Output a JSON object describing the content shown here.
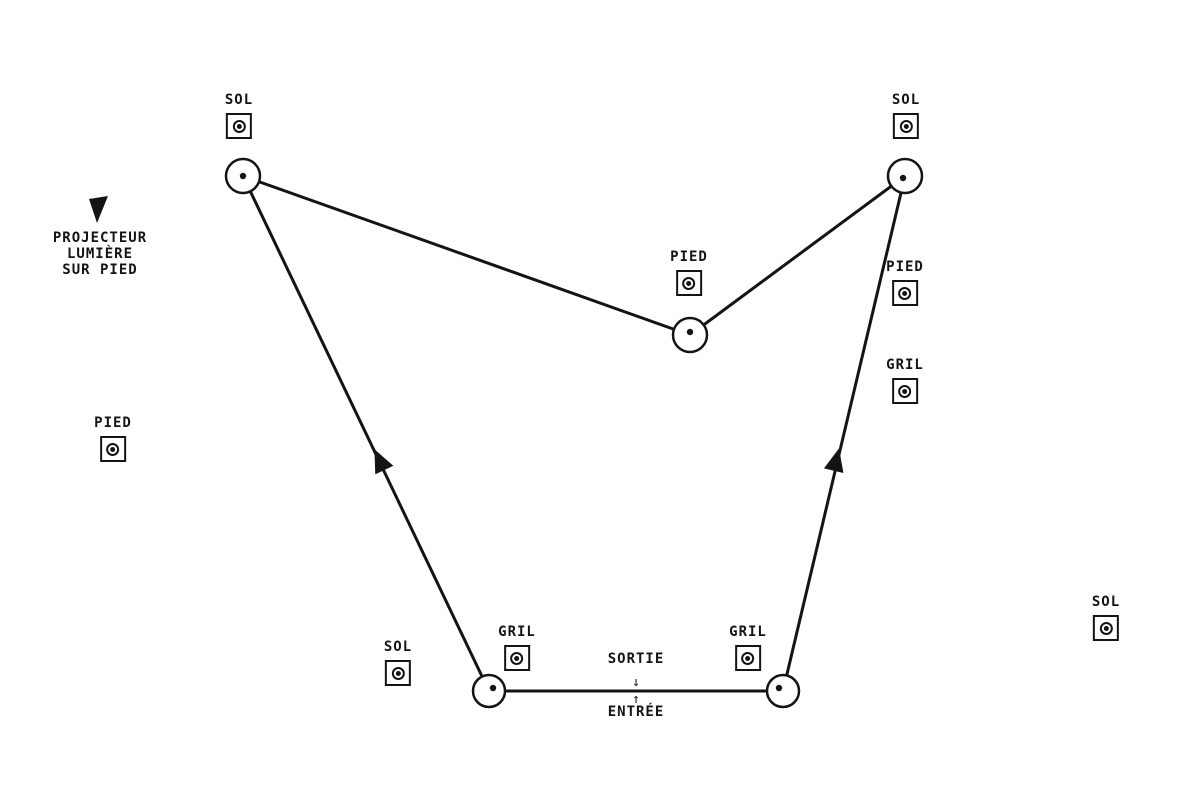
{
  "colors": {
    "ink": "#141414",
    "background": "#ffffff"
  },
  "legend": {
    "lines": [
      "PROJECTEUR",
      "LUMIÈRE",
      "SUR PIED"
    ]
  },
  "fixtures": [
    {
      "id": "sol-top-left",
      "label": "SOL"
    },
    {
      "id": "sol-top-right",
      "label": "SOL"
    },
    {
      "id": "pied-center",
      "label": "PIED"
    },
    {
      "id": "pied-right",
      "label": "PIED"
    },
    {
      "id": "gril-right",
      "label": "GRIL"
    },
    {
      "id": "pied-left",
      "label": "PIED"
    },
    {
      "id": "sol-bottom",
      "label": "SOL"
    },
    {
      "id": "gril-bottom-left",
      "label": "GRIL"
    },
    {
      "id": "gril-bottom-right",
      "label": "GRIL"
    },
    {
      "id": "sol-far-right",
      "label": "SOL"
    }
  ],
  "stage_flow": {
    "exit_label": "SORTIE",
    "exit_arrow": "↓",
    "enter_arrow": "↑",
    "enter_label": "ENTRÉE"
  }
}
